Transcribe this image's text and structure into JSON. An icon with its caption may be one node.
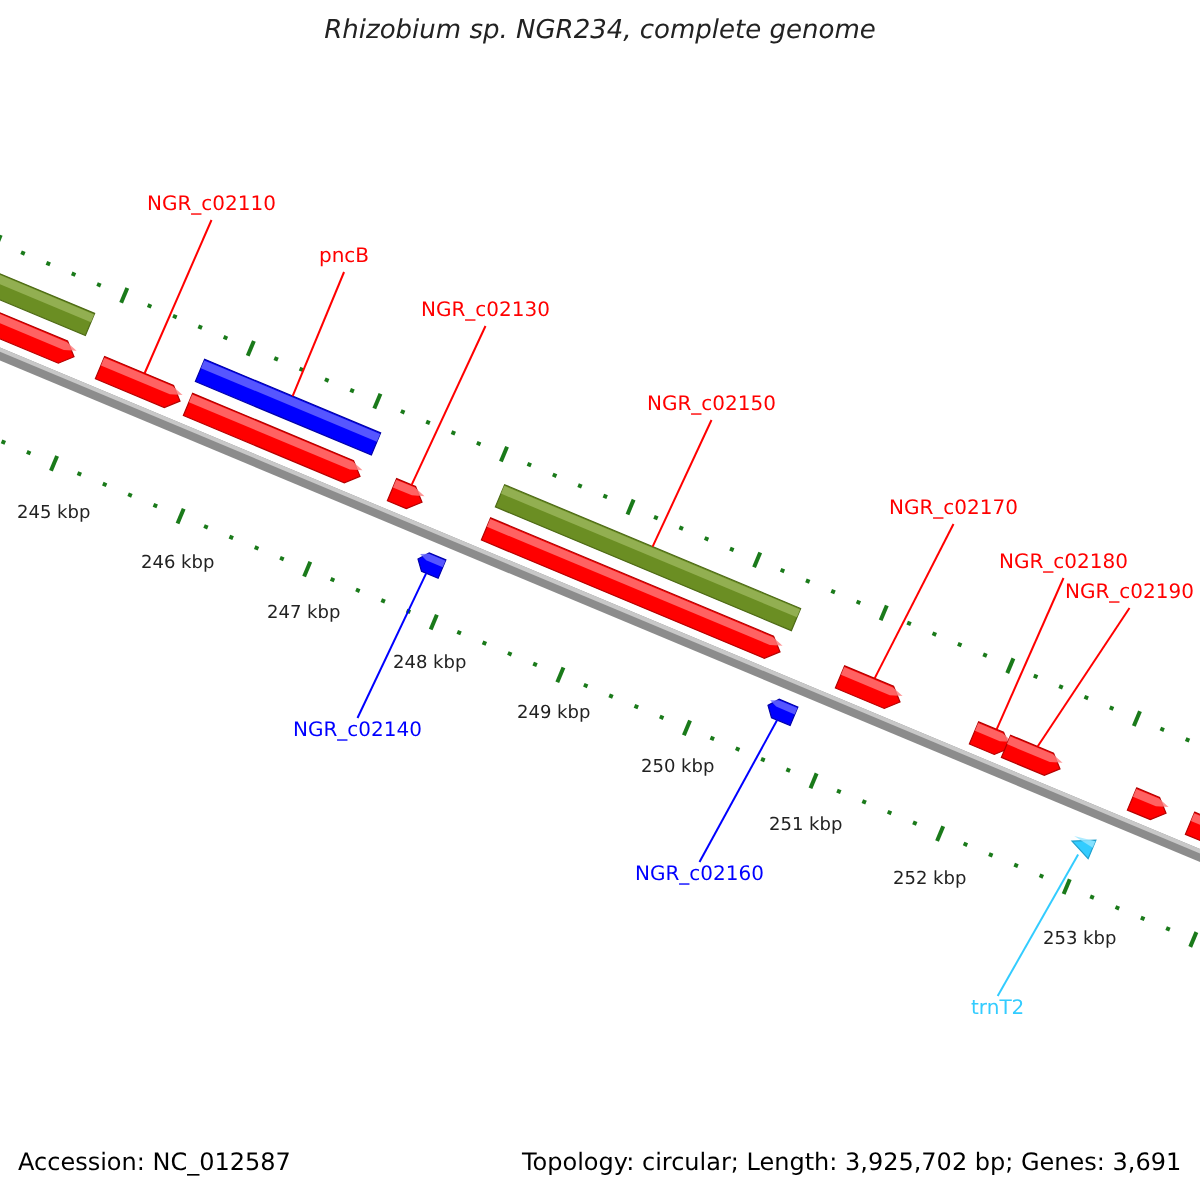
{
  "diagram": {
    "title": "Rhizobium sp. NGR234, complete genome",
    "nodes": [
      {
        "text": [
          "NGR_c02110"
        ]
      },
      {
        "text": [
          "pncB"
        ]
      },
      {
        "text": [
          "NGR_c02130"
        ]
      },
      {
        "text": [
          "NGR_c02150"
        ]
      },
      {
        "text": [
          "NGR_c02170"
        ]
      },
      {
        "text": [
          "NGR_c02180"
        ]
      },
      {
        "text": [
          "NGR_c02190"
        ]
      },
      {
        "text": [
          "NGR_c02140"
        ]
      },
      {
        "text": [
          "NGR_c02160"
        ]
      },
      {
        "text": [
          "trnT2"
        ]
      },
      {
        "text": [],
        "shape": "bar"
      },
      {
        "text": [],
        "shape": "arrow"
      },
      {
        "text": [],
        "shape": "arrow"
      },
      {
        "text": [],
        "shape": "bar"
      },
      {
        "text": [],
        "shape": "arrow"
      },
      {
        "text": [],
        "shape": "arrow"
      },
      {
        "text": [],
        "shape": "bar"
      },
      {
        "text": [],
        "shape": "arrow"
      },
      {
        "text": [],
        "shape": "arrow"
      },
      {
        "text": [],
        "shape": "arrow"
      },
      {
        "text": [],
        "shape": "arrow"
      },
      {
        "text": [],
        "shape": "arrow"
      },
      {
        "text": [],
        "shape": "arrow"
      },
      {
        "text": [],
        "shape": "pentagon"
      },
      {
        "text": [],
        "shape": "pentagon"
      },
      {
        "text": [],
        "shape": "triangle"
      }
    ],
    "edges": [
      {
        "from": 0,
        "to": 12,
        "arrow": "none"
      },
      {
        "from": 1,
        "to": 13,
        "arrow": "none"
      },
      {
        "from": 2,
        "to": 15,
        "arrow": "none"
      },
      {
        "from": 3,
        "to": 16,
        "arrow": "none"
      },
      {
        "from": 4,
        "to": 18,
        "arrow": "none"
      },
      {
        "from": 5,
        "to": 19,
        "arrow": "none"
      },
      {
        "from": 6,
        "to": 20,
        "arrow": "none"
      },
      {
        "from": 7,
        "to": 23,
        "arrow": "none",
        "color": "#0000ff"
      },
      {
        "from": 8,
        "to": 24,
        "arrow": "none",
        "color": "#0000ff"
      },
      {
        "from": 9,
        "to": 25,
        "arrow": "none",
        "color": "#33ccff"
      }
    ],
    "labels": [
      "245 kbp",
      "246 kbp",
      "247 kbp",
      "248 kbp",
      "249 kbp",
      "250 kbp",
      "251 kbp",
      "252 kbp",
      "253 kbp",
      "Accession: NC_012587",
      "Topology: circular; Length: 3,925,702 bp; Genes: 3,691"
    ]
  }
}
